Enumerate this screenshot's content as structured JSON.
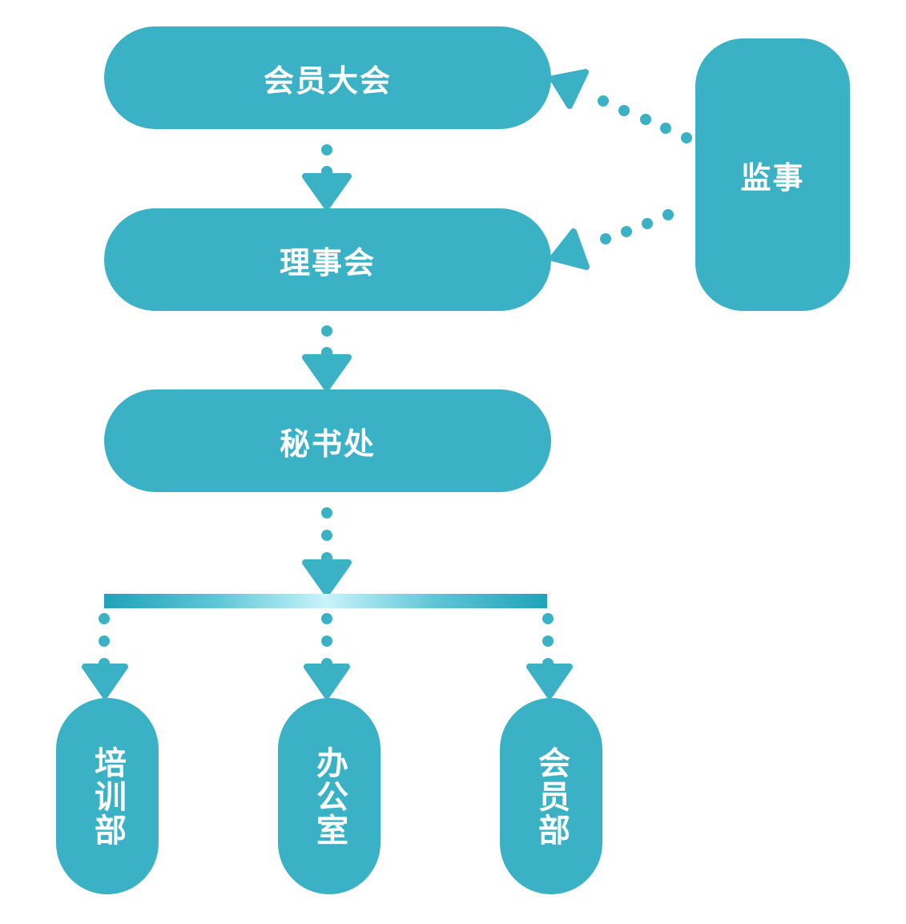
{
  "nodes": {
    "general_assembly": "会员大会",
    "council": "理事会",
    "secretariat": "秘书处",
    "supervisor": "监事",
    "training_dept": "培训部",
    "office": "办公室",
    "member_dept": "会员部"
  },
  "colors": {
    "box": "#3ab1c5",
    "text": "#ffffff",
    "connector": "#3ab1c5"
  }
}
